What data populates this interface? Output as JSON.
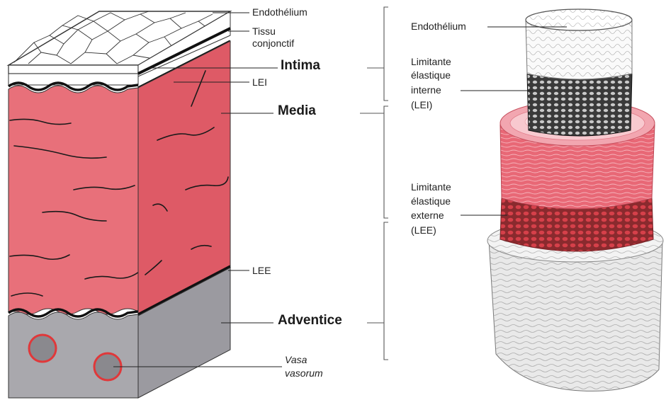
{
  "block_labels": {
    "endothelium": "Endothélium",
    "tissu_line1": "Tissu",
    "tissu_line2": "conjonctif",
    "intima": "Intima",
    "lei": "LEI",
    "media": "Media",
    "lee": "LEE",
    "adventice": "Adventice",
    "vasa_line1": "Vasa",
    "vasa_line2": "vasorum"
  },
  "tube_labels": {
    "endothelium": "Endothélium",
    "lei_line1": "Limitante",
    "lei_line2": "élastique",
    "lei_line3": "interne",
    "lei_line4": "(LEI)",
    "lee_line1": "Limitante",
    "lee_line2": "élastique",
    "lee_line3": "externe",
    "lee_line4": "(LEE)"
  },
  "colors": {
    "media_front": "#e8707a",
    "media_side": "#de5a66",
    "adventice_front": "#a9a8ad",
    "adventice_side": "#9b9aa0",
    "vasa_ring": "#e0383a",
    "lee_red": "#d6404a"
  }
}
